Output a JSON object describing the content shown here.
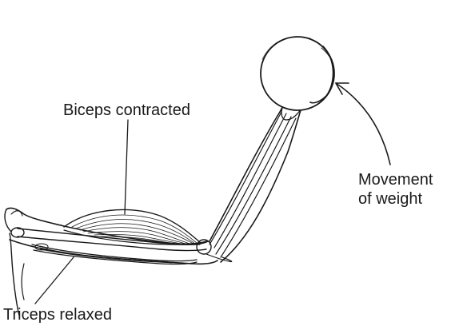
{
  "labels": {
    "biceps": "Biceps contracted",
    "movement_line1": "Movement",
    "movement_line2": "of weight",
    "triceps": "Triceps relaxed"
  },
  "colors": {
    "ink": "#1a1a1a",
    "background": "#ffffff"
  }
}
